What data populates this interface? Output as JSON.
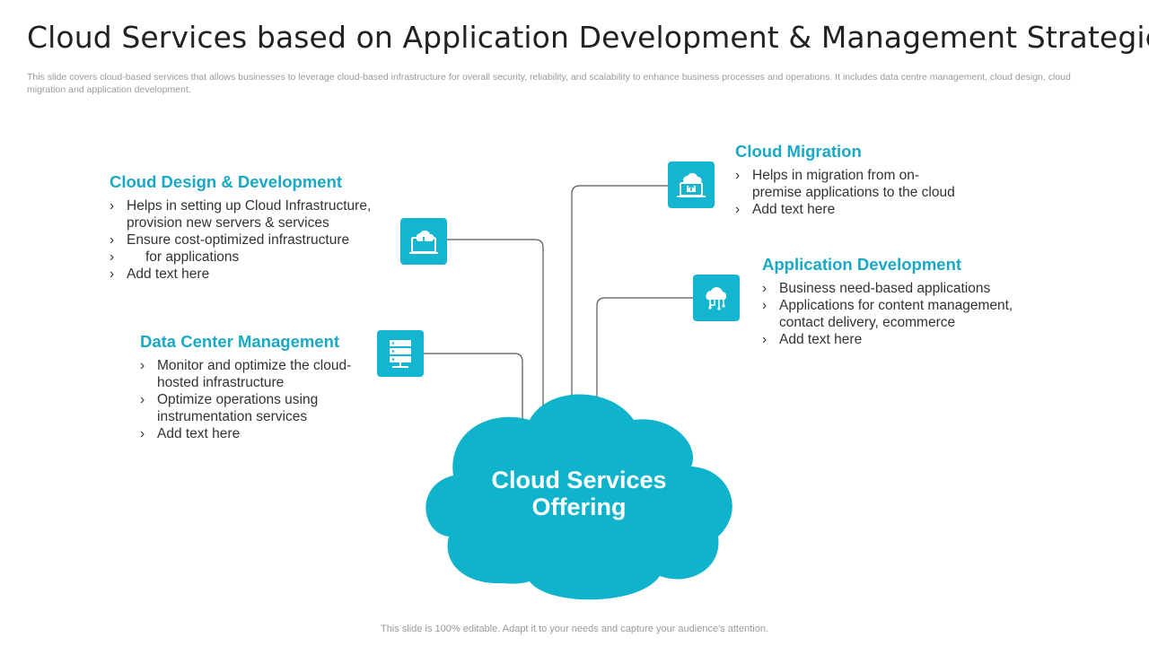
{
  "slide": {
    "title": "Cloud Services based on Application Development & Management Strategies",
    "subtitle": "This slide covers cloud-based services that allows businesses to leverage cloud-based infrastructure for overall security, reliability, and scalability to enhance business processes and operations. It includes data centre management, cloud design, cloud migration and application development.",
    "footer": "This slide is 100% editable. Adapt it to your needs and capture your audience's attention."
  },
  "center": {
    "label_line1": "Cloud Services",
    "label_line2": "Offering",
    "color": "#0fb3cc"
  },
  "accent_color": "#19a9c6",
  "nodes": {
    "cloud_design": {
      "title": "Cloud Design & Development",
      "icon": "cloud-download-laptop-icon",
      "items": [
        "Helps in setting up Cloud Infrastructure,",
        "provision new servers & services",
        "Ensure cost-optimized infrastructure",
        "for applications",
        "Add text here"
      ]
    },
    "data_center": {
      "title": "Data Center Management",
      "icon": "server-rack-icon",
      "items": [
        "Monitor and optimize the cloud-",
        "hosted infrastructure",
        "Optimize operations using",
        "instrumentation services",
        "Add text here"
      ]
    },
    "cloud_migration": {
      "title": "Cloud Migration",
      "icon": "cloud-upload-laptop-icon",
      "items": [
        "Helps in migration from on-",
        "premise applications to the cloud",
        "Add text here"
      ]
    },
    "app_development": {
      "title": "Application Development",
      "icon": "cloud-network-icon",
      "items": [
        "Business need-based applications",
        "Applications for content management,",
        "contact delivery, ecommerce",
        "Add text here"
      ]
    }
  }
}
